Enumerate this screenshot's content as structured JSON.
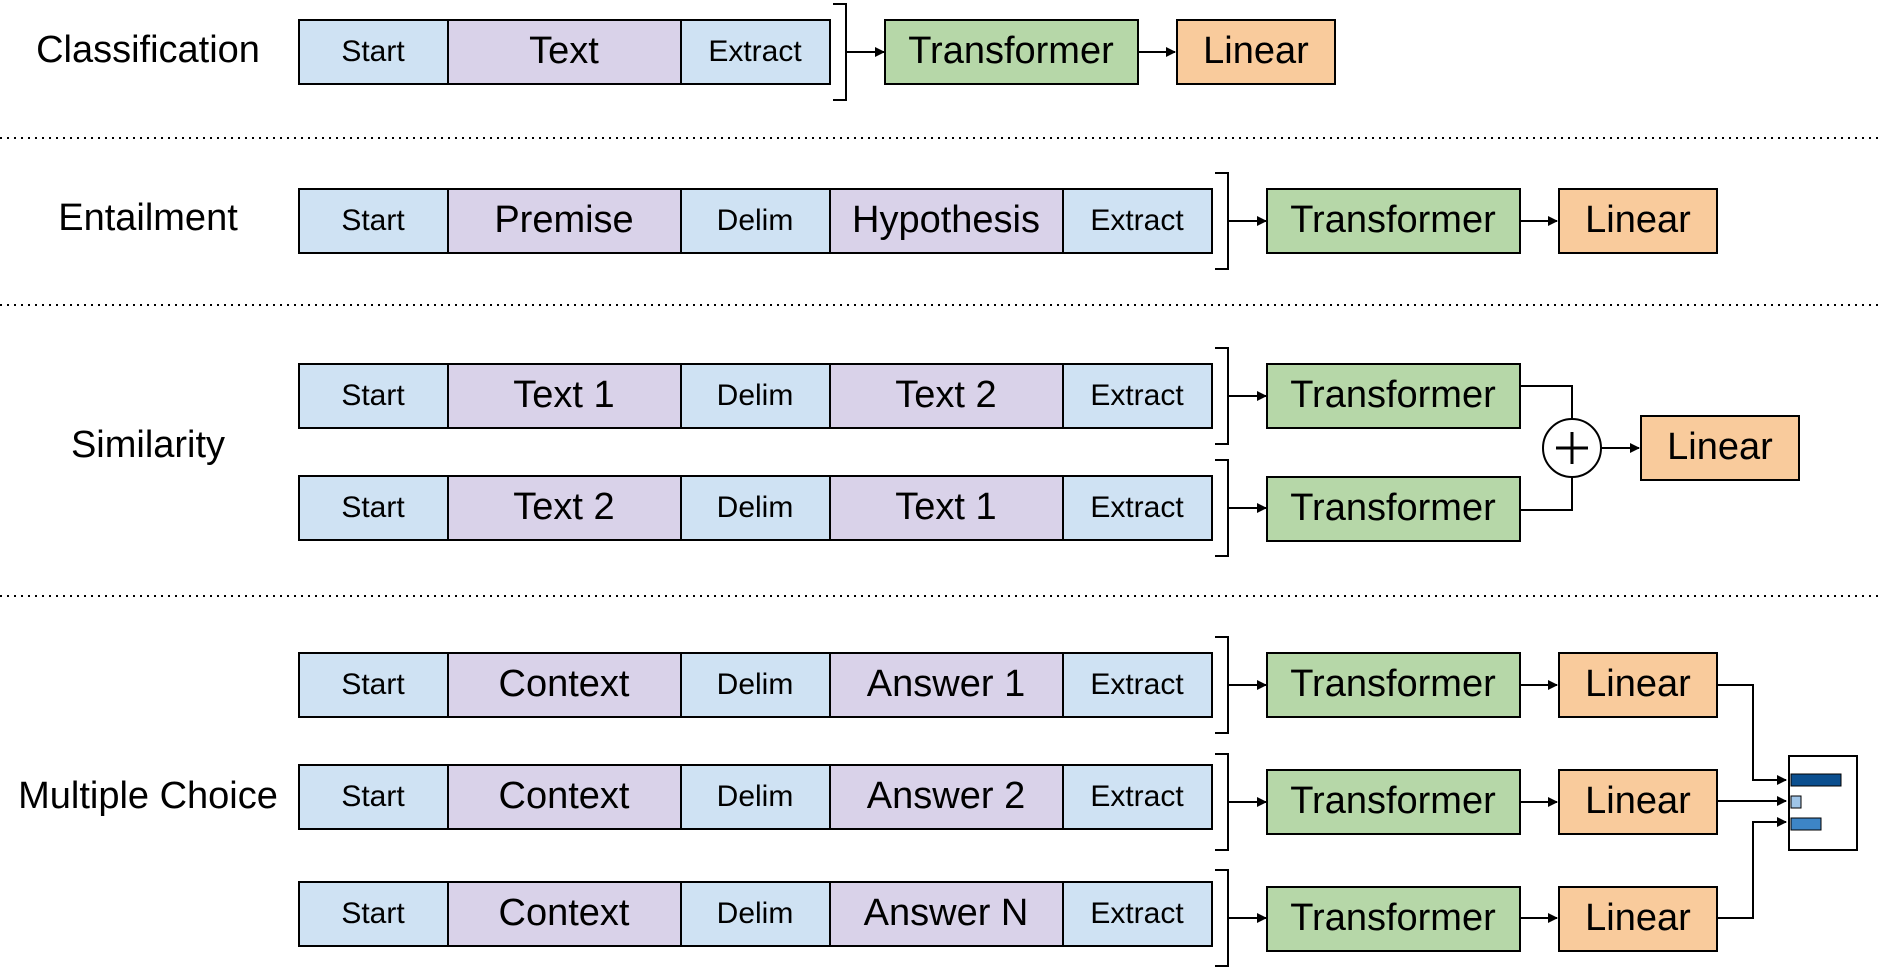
{
  "colors": {
    "token_blue": "#cfe2f3",
    "token_purple": "#d9d2e9",
    "transformer_green": "#b6d7a8",
    "linear_orange": "#f9cb9c",
    "stroke": "#000000",
    "bar_dark": "#0b4f8f",
    "bar_mid": "#3d85c6",
    "bar_light": "#9fc5e8"
  },
  "tasks": {
    "classification": {
      "label": "Classification",
      "rows": [
        {
          "tokens": [
            "Start",
            "Text",
            "Extract"
          ]
        }
      ],
      "transformer": "Transformer",
      "linear": "Linear"
    },
    "entailment": {
      "label": "Entailment",
      "rows": [
        {
          "tokens": [
            "Start",
            "Premise",
            "Delim",
            "Hypothesis",
            "Extract"
          ]
        }
      ],
      "transformer": "Transformer",
      "linear": "Linear"
    },
    "similarity": {
      "label": "Similarity",
      "rows": [
        {
          "tokens": [
            "Start",
            "Text 1",
            "Delim",
            "Text 2",
            "Extract"
          ]
        },
        {
          "tokens": [
            "Start",
            "Text 2",
            "Delim",
            "Text 1",
            "Extract"
          ]
        }
      ],
      "transformers": [
        "Transformer",
        "Transformer"
      ],
      "plus": "+",
      "linear": "Linear"
    },
    "multiple_choice": {
      "label": "Multiple Choice",
      "rows": [
        {
          "tokens": [
            "Start",
            "Context",
            "Delim",
            "Answer 1",
            "Extract"
          ]
        },
        {
          "tokens": [
            "Start",
            "Context",
            "Delim",
            "Answer 2",
            "Extract"
          ]
        },
        {
          "tokens": [
            "Start",
            "Context",
            "Delim",
            "Answer N",
            "Extract"
          ]
        }
      ],
      "transformers": [
        "Transformer",
        "Transformer",
        "Transformer"
      ],
      "linears": [
        "Linear",
        "Linear",
        "Linear"
      ],
      "softmax_icon": "bar-chart-icon",
      "softmax_levels": [
        1.0,
        0.2,
        0.6
      ]
    }
  }
}
